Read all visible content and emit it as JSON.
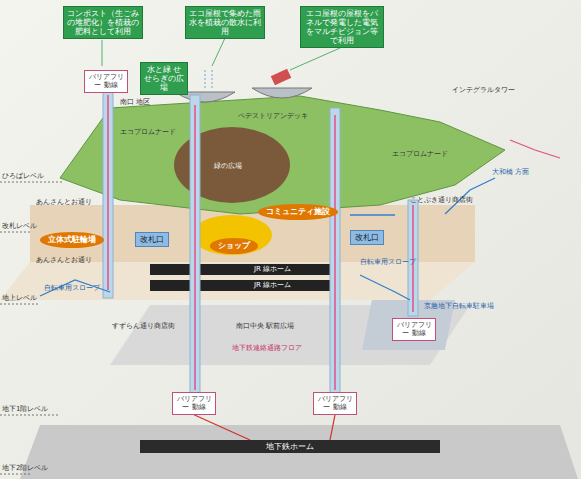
{
  "diagram": {
    "nodes": [
      {
        "text": [
          "コンポスト（生ごみの堆肥化）を植栽の肥料として利用"
        ]
      },
      {
        "text": [
          "エコ屋根で集めた雨水を植栽の散水に利用"
        ]
      },
      {
        "text": [
          "エコ屋根の屋根をパネルで発電した電気をマルチビジョン等で利用"
        ]
      },
      {
        "text": [
          "水と緑 せせらぎの広場"
        ]
      },
      {
        "text": [
          "バリアフリー 動線"
        ]
      },
      {
        "text": [
          "立体式駐輪場"
        ]
      },
      {
        "text": [
          "改札口"
        ]
      },
      {
        "text": [
          "ショップ"
        ]
      },
      {
        "text": [
          "コミュニティ施設"
        ]
      },
      {
        "text": [
          "改札口"
        ]
      },
      {
        "text": [
          "バリアフリー 動線"
        ]
      },
      {
        "text": [
          "バリアフリー 動線"
        ]
      },
      {
        "text": [
          "バリアフリー 動線"
        ]
      },
      {
        "text": [
          "地下鉄ホーム"
        ]
      }
    ],
    "edges": [
      {
        "from": 13,
        "to": 10,
        "arrow": "none"
      },
      {
        "from": 13,
        "to": 11,
        "arrow": "none"
      }
    ],
    "labels": [
      "ひろばレベル",
      "改札レベル",
      "地上レベル",
      "地下1階レベル",
      "地下2階レベル",
      "インテグラルタワー",
      "南口 地区",
      "エコプロムナード",
      "ペデストリアンデッキ",
      "緑の広場",
      "エコプロムナード",
      "ことぶき通り商店街",
      "大和橋 方面",
      "あんさんとお通り",
      "あんさんとお通り",
      "自転車用スロープ",
      "自転車用スロープ",
      "JR 線ホーム",
      "JR 線ホーム",
      "すずらん通り商店街",
      "南口中央 駅前広場",
      "地下鉄連絡通路フロア",
      "京急地下自転車駐車場"
    ]
  }
}
